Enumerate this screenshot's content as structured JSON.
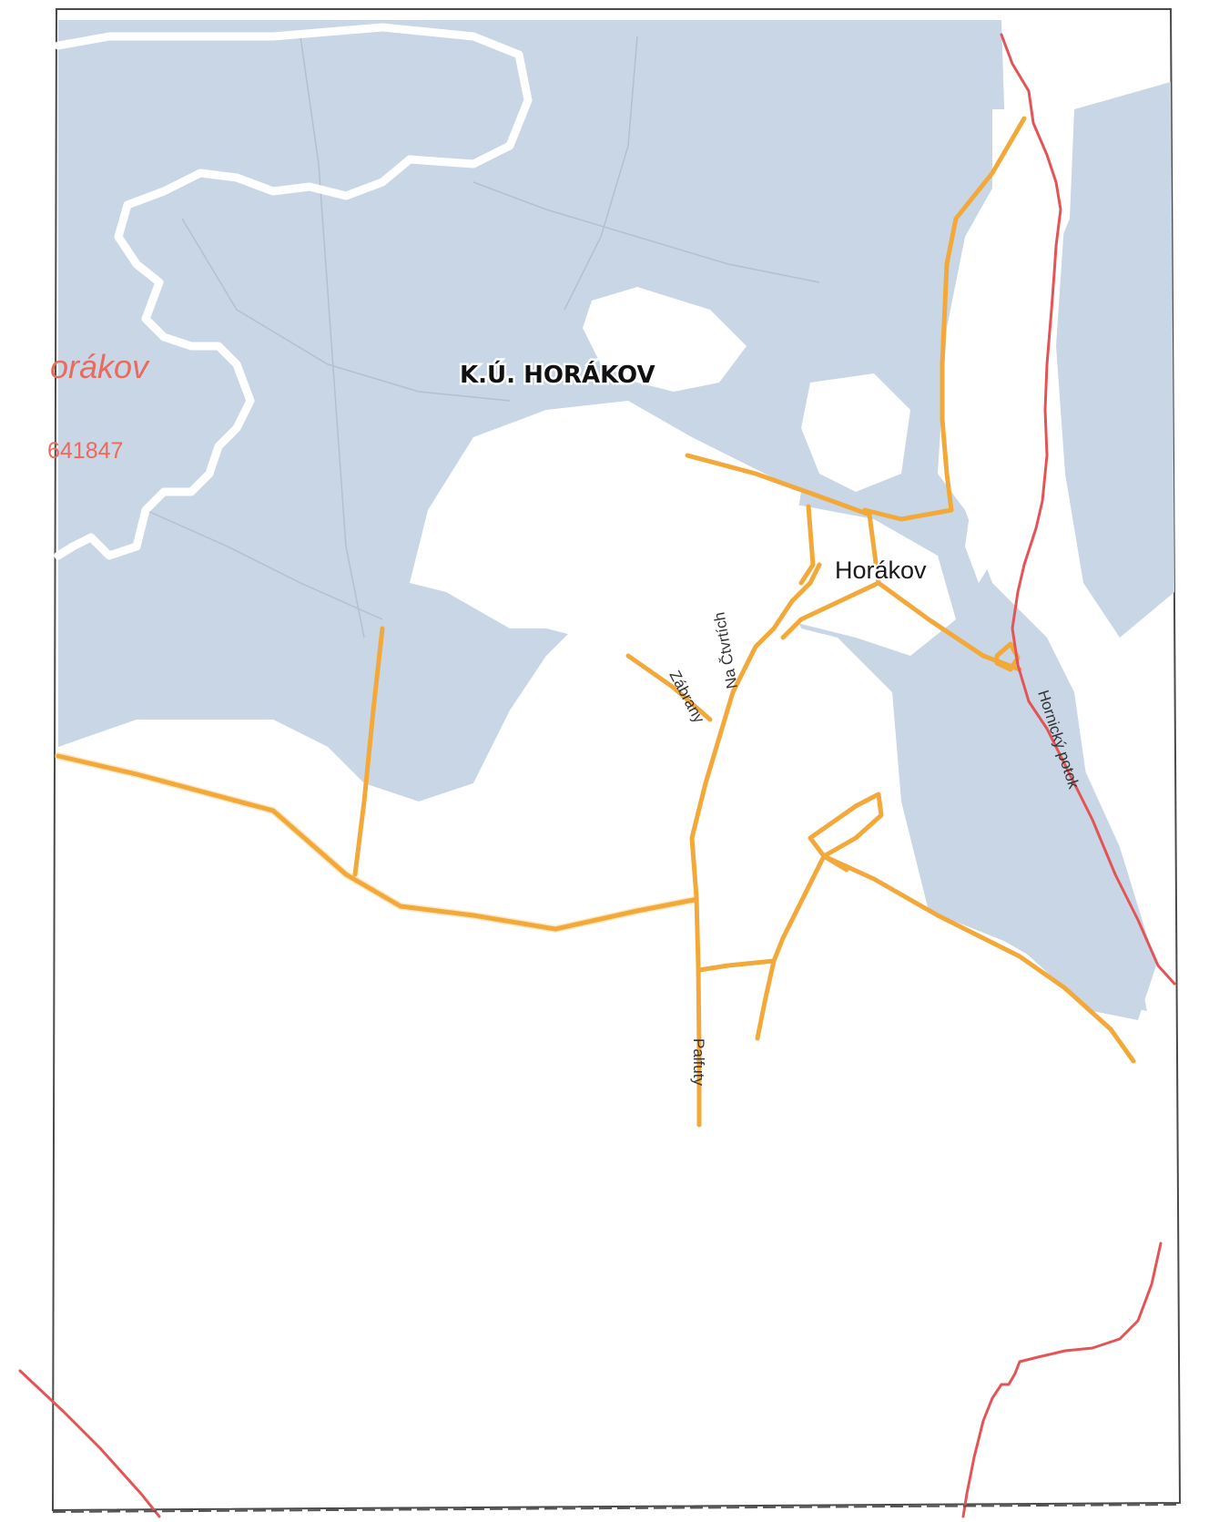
{
  "map": {
    "labels": {
      "cadastral_area": "K.Ú. HORÁKOV",
      "settlement": "Horákov",
      "neighbor_area_name": "orákov",
      "neighbor_area_code": "641847",
      "street_1": "Palfuty",
      "street_2": "Na Čtvrtích",
      "street_3": "Zábrany",
      "stream": "Hornický potok"
    },
    "colors": {
      "forest": "#c9d6e6",
      "road": "#f2a93a",
      "cadastral_boundary": "#e45456",
      "label_red": "#ea6a5b",
      "stream": "#ffffff"
    },
    "layers": [
      "forest",
      "stream",
      "roads",
      "cadastral-boundary",
      "labels"
    ]
  }
}
